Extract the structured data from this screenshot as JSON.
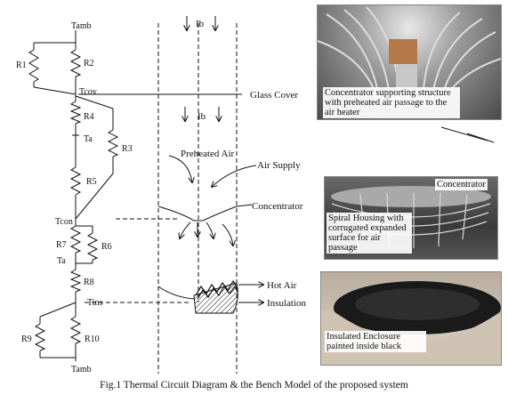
{
  "circuit": {
    "t_amb_top": "Tamb",
    "t_amb_top_sub": "amb",
    "t_cov": "Tcov",
    "t_a1": "Ta",
    "t_con": "Tcon",
    "t_a2": "Ta",
    "t_ins": "Tins",
    "t_amb_bottom": "Tamb",
    "resistors": [
      "R1",
      "R2",
      "R3",
      "R4",
      "R5",
      "R6",
      "R7",
      "R8",
      "R9",
      "R10"
    ]
  },
  "model": {
    "ib_top": "Ib",
    "ib_mid": "Ib",
    "glass_cover": "Glass Cover",
    "preheated_air": "Preheated Air",
    "air_supply": "Air Supply",
    "concentrator": "Concentrator",
    "hot_air": "Hot Air",
    "insulation": "Insulation"
  },
  "photos": {
    "photo1_caption": "Concentrator supporting structure with preheated air passage to the air heater",
    "photo2_label": "Concentrator",
    "photo2_caption": "Spiral Housing with corrugated expanded surface for air passage",
    "photo3_caption": "Insulated Enclosure painted inside black"
  },
  "caption": "Fig.1 Thermal Circuit Diagram & the Bench Model of the proposed system"
}
